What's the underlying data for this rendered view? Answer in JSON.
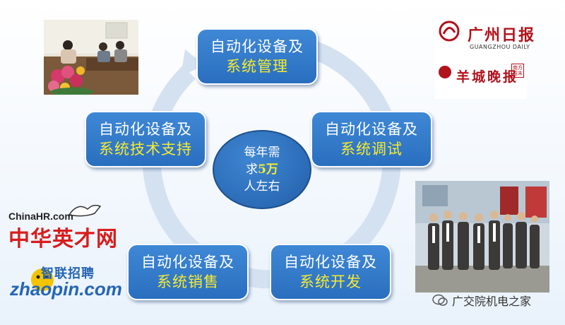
{
  "center": {
    "line1": "每年需",
    "line2_prefix": "求",
    "line2_highlight": "5万",
    "line3": "人左右"
  },
  "boxes": [
    {
      "line1": "自动化设备及",
      "line2": "系统管理"
    },
    {
      "line1": "自动化设备及",
      "line2": "系统调试"
    },
    {
      "line1": "自动化设备及",
      "line2": "系统开发"
    },
    {
      "line1": "自动化设备及",
      "line2": "系统销售"
    },
    {
      "line1": "自动化设备及",
      "line2": "系统技术支持"
    }
  ],
  "logos": {
    "guangzhou_daily_cn": "广州日报",
    "guangzhou_daily_en": "GUANGZHOU DAILY",
    "yangcheng_cn": "羊城晚报",
    "yangcheng_side": "南方周末",
    "chinahr_en": "ChinaHR.com",
    "chinahr_cn": "中华英才网",
    "zhaopin_cn": "智联招聘",
    "zhaopin_en": "zhaopin.com"
  },
  "watermark": "广交院机电之家",
  "colors": {
    "box_fill": "#2f78c8",
    "highlight_text": "#f7ea2f",
    "ring": "#d2dff0",
    "logo_red": "#b0131c"
  }
}
